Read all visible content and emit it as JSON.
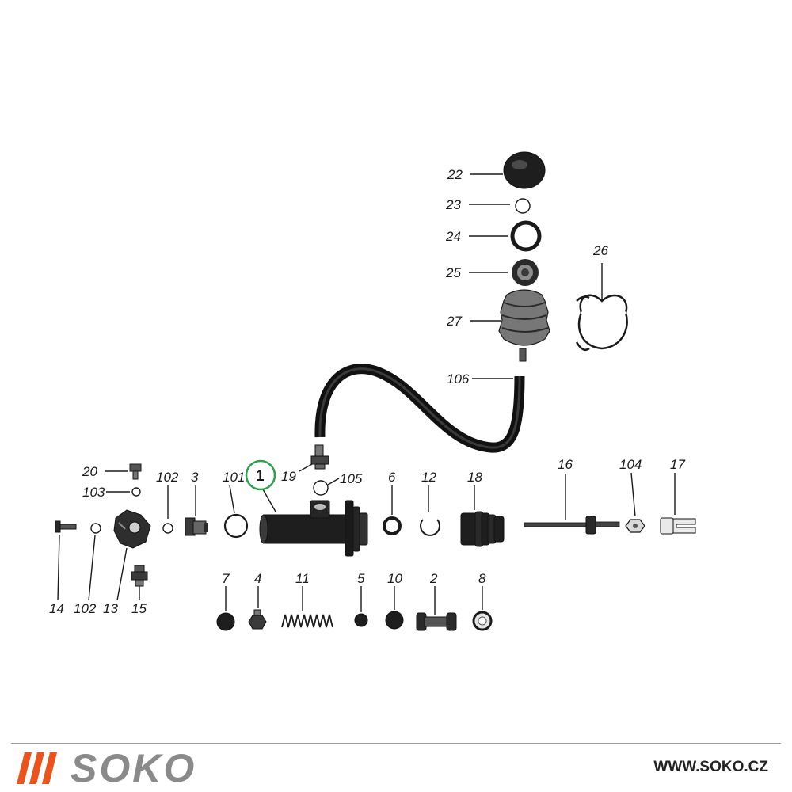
{
  "labels": {
    "l22": "22",
    "l23": "23",
    "l24": "24",
    "l25": "25",
    "l26": "26",
    "l27": "27",
    "l106": "106",
    "l20": "20",
    "l103a": "103",
    "l102a": "102",
    "l3": "3",
    "l101": "101",
    "l1": "1",
    "l19": "19",
    "l105": "105",
    "l6": "6",
    "l12": "12",
    "l18": "18",
    "l16": "16",
    "l104": "104",
    "l17": "17",
    "l14": "14",
    "l102b": "102",
    "l13": "13",
    "l15": "15",
    "l7": "7",
    "l4": "4",
    "l11": "11",
    "l5": "5",
    "l10": "10",
    "l2": "2",
    "l8": "8"
  },
  "colors": {
    "accent_orange": "#e8541c",
    "callout_green": "#2e9e4f",
    "logo_gray": "#8a8a8a"
  },
  "footer": {
    "brand": "SOKO",
    "website": "WWW.SOKO.CZ"
  }
}
